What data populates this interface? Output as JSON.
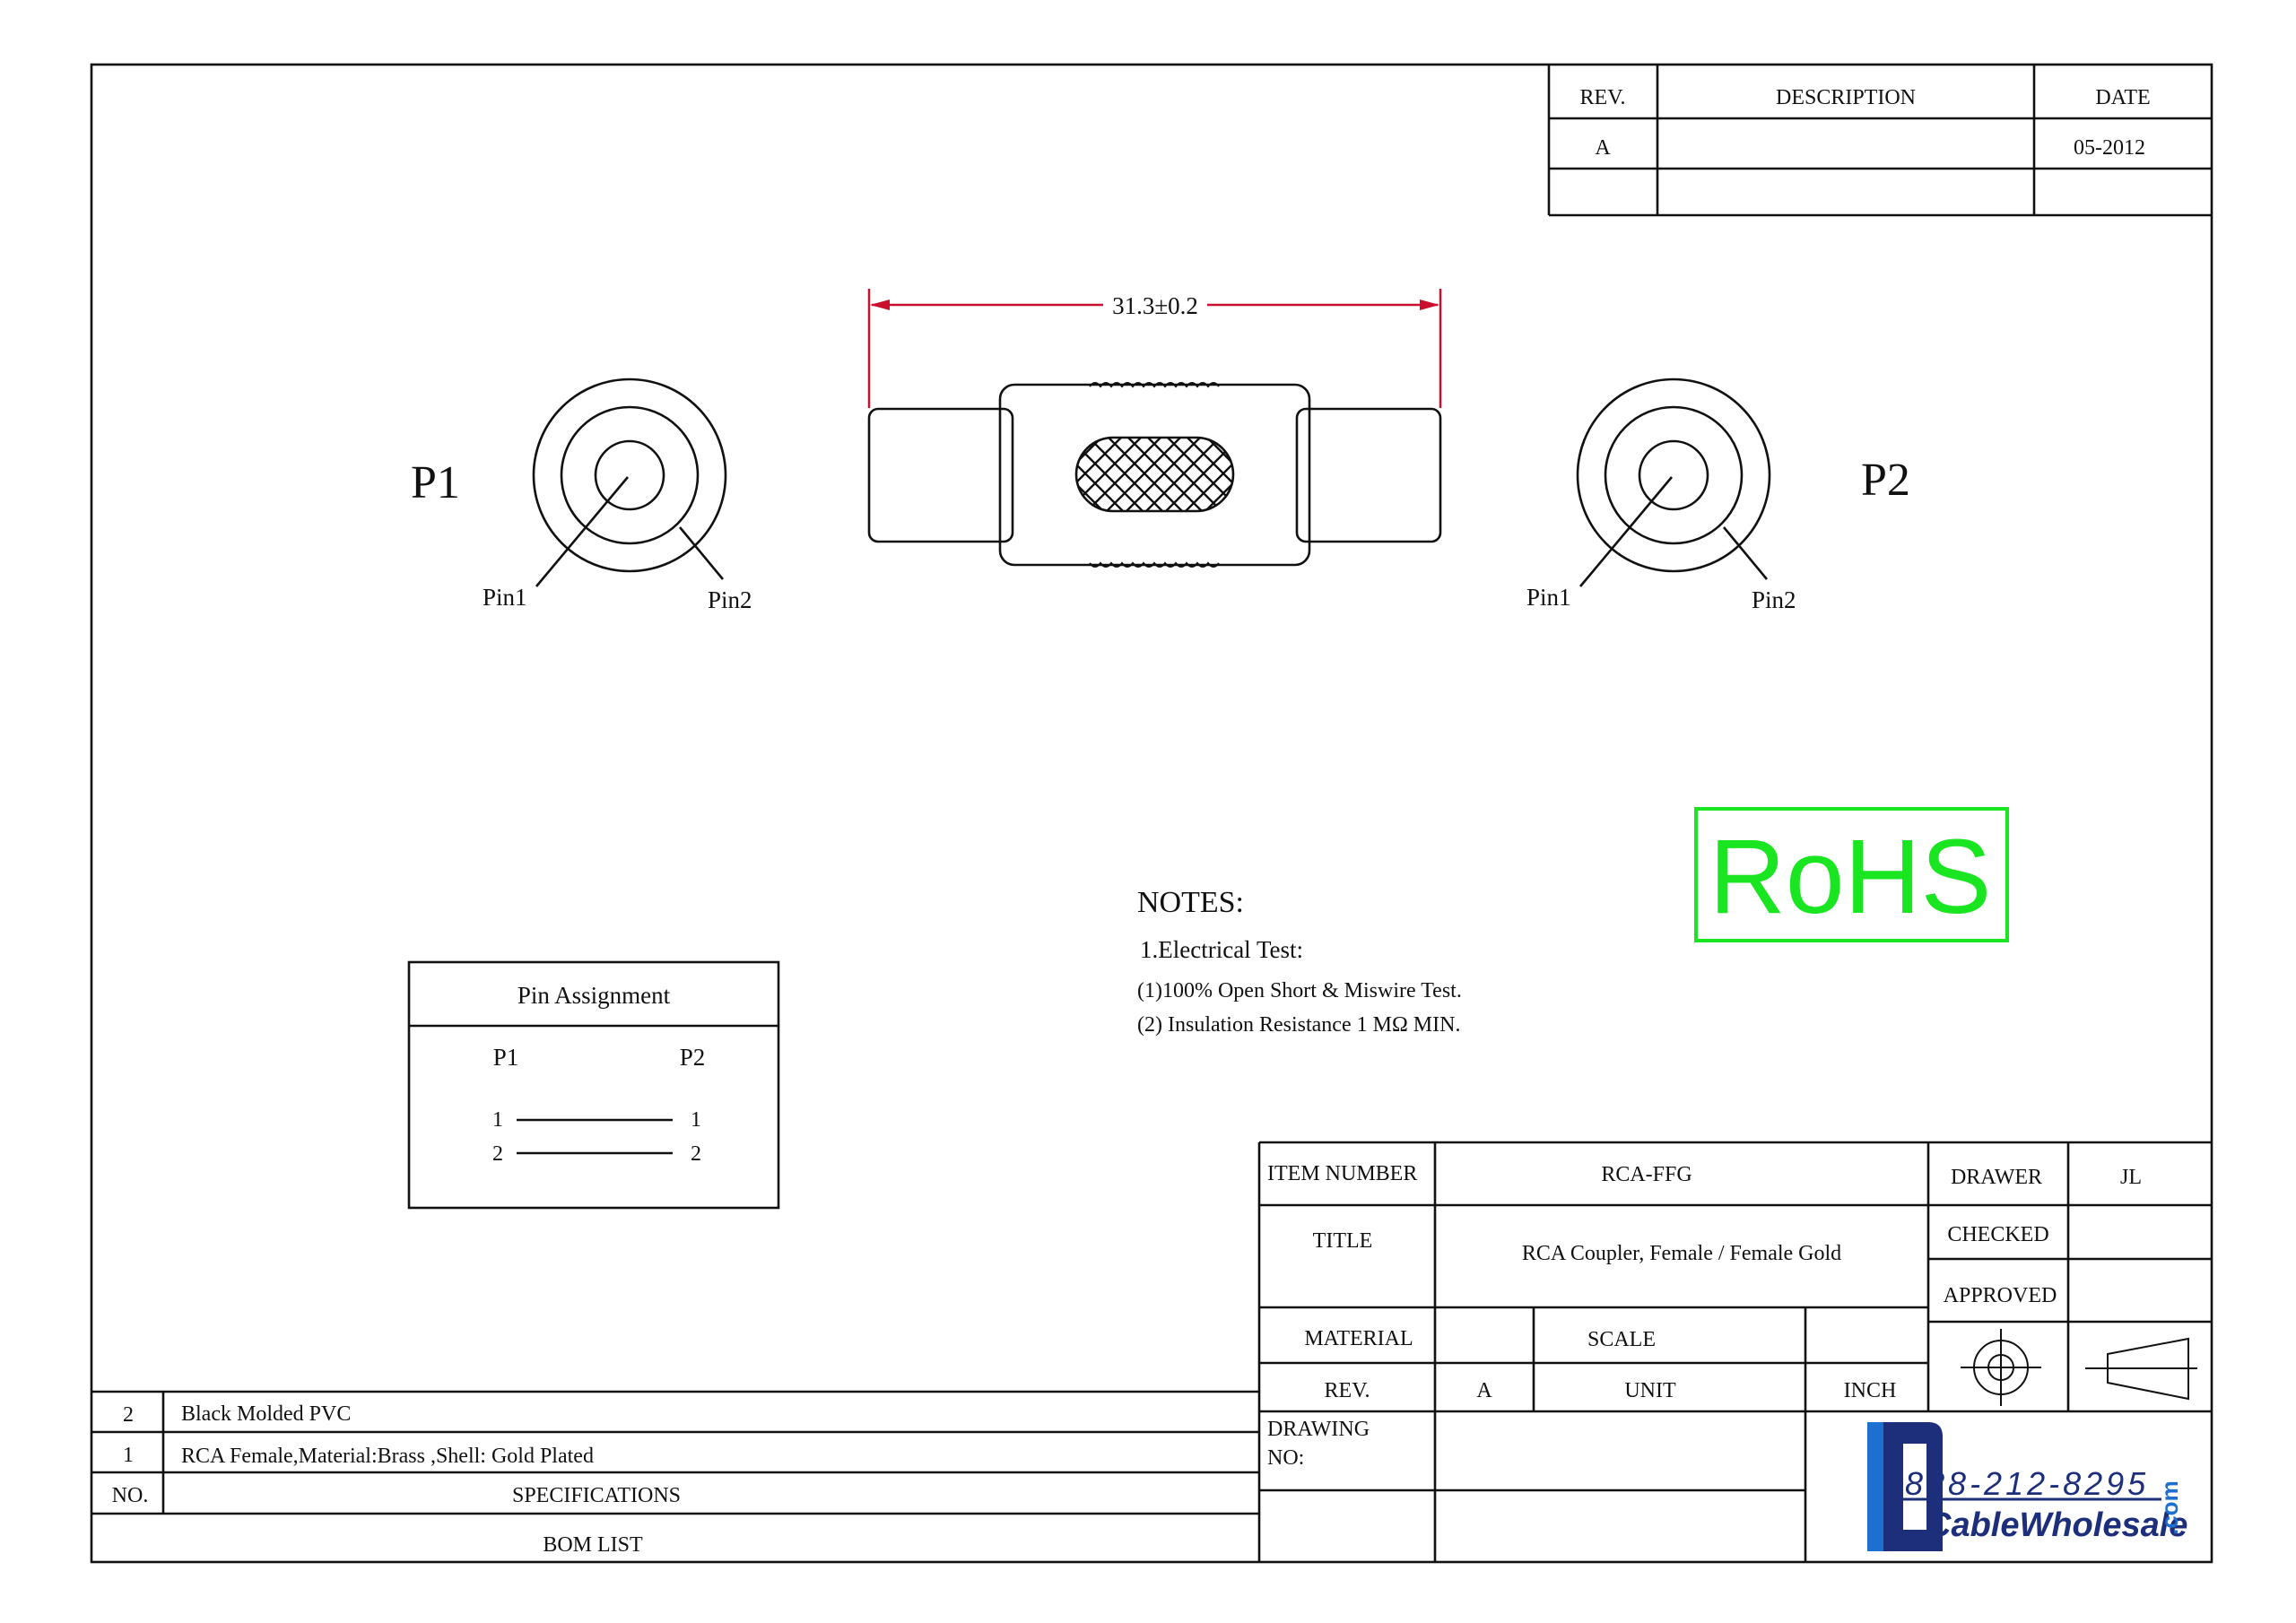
{
  "revision_block": {
    "headers": {
      "rev": "REV.",
      "description": "DESCRIPTION",
      "date": "DATE"
    },
    "row": {
      "rev": "A",
      "description": "",
      "date": "05-2012"
    }
  },
  "drawing": {
    "dimension": "31.3±0.2",
    "left_view": {
      "label": "P1",
      "pin1": "Pin1",
      "pin2": "Pin2"
    },
    "right_view": {
      "label": "P2",
      "pin1": "Pin1",
      "pin2": "Pin2"
    }
  },
  "rohs": "RoHS",
  "notes": {
    "title": "NOTES:",
    "lines": [
      "1.Electrical Test:",
      "(1)100% Open Short & Miswire Test.",
      "(2) Insulation Resistance 1 MΩ  MIN."
    ]
  },
  "pin_assignment": {
    "title": "Pin Assignment",
    "col1": "P1",
    "col2": "P2",
    "rows": [
      {
        "left": "1",
        "right": "1"
      },
      {
        "left": "2",
        "right": "2"
      }
    ]
  },
  "title_block": {
    "item_number_label": "ITEM NUMBER",
    "item_number": "RCA-FFG",
    "title_label": "TITLE",
    "title": "RCA Coupler, Female / Female Gold",
    "material_label": "MATERIAL",
    "scale_label": "SCALE",
    "rev_label": "REV.",
    "rev": "A",
    "unit_label": "UNIT",
    "unit": "INCH",
    "drawing_no_label_1": "DRAWING",
    "drawing_no_label_2": "NO:",
    "drawer_label": "DRAWER",
    "drawer": "JL",
    "checked_label": "CHECKED",
    "approved_label": "APPROVED"
  },
  "bom": {
    "rows": [
      {
        "no": "2",
        "spec": "Black Molded PVC"
      },
      {
        "no": "1",
        "spec": "RCA Female,Material:Brass ,Shell: Gold Plated"
      }
    ],
    "no_header": "NO.",
    "spec_header": "SPECIFICATIONS",
    "footer": "BOM LIST"
  },
  "logo": {
    "phone": "888-212-8295",
    "name": "CableWholesale",
    "suffix": ".com"
  },
  "colors": {
    "rohs_green": "#19e620",
    "dimension_red": "#c8102e",
    "logo_blue": "#1d2f7a",
    "logo_light_blue": "#1d6fd0"
  }
}
